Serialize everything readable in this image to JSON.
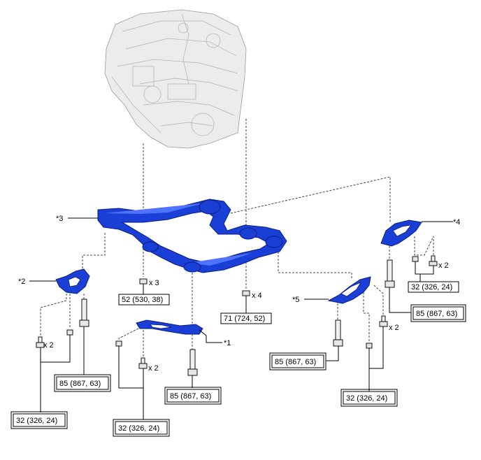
{
  "callouts": {
    "c1": "*1",
    "c2": "*2",
    "c3": "*3",
    "c4": "*4",
    "c5": "*5"
  },
  "quantities": {
    "frame_nuts": "x 3",
    "frame_bolts_right": "x 4",
    "c4_studs": "x 2",
    "c5_studs": "x 2",
    "c2_studs": "x 2",
    "c1_studs": "x 2"
  },
  "torques": {
    "frame_center": "52 (530, 38)",
    "frame_right": "71 (724, 52)",
    "c4_small": "32 (326, 24)",
    "c4_large": "85 (867, 63)",
    "c5_large": "85 (867, 63)",
    "c5_small": "32 (326, 24)",
    "c2_large": "85 (867, 63)",
    "c2_small": "32 (326, 24)",
    "c1_large": "85 (867, 63)",
    "c1_small": "32 (326, 24)"
  },
  "colors": {
    "part_blue": "#1a3fd6",
    "engine_gray": "#ececec"
  }
}
